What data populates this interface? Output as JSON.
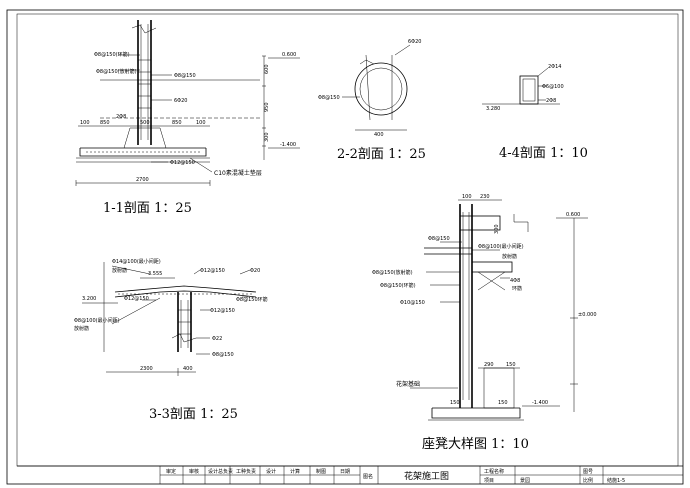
{
  "titles": {
    "s11": "1-1剖面 1：25",
    "s22": "2-2剖面 1：25",
    "s44": "4-4剖面 1：10",
    "s33": "3-3剖面 1：25",
    "bench": "座凳大样图 1：10"
  },
  "s11": {
    "elev_top": "0.600",
    "elev_bot": "-1.400",
    "lbl_r1": "Φ8@150(环筋)",
    "lbl_r2": "Φ8@150(放射筋)",
    "lbl_r3": "Φ8@150",
    "lbl_r4": "6Φ20",
    "lbl_r5": "2Φ8",
    "lbl_r6": "Φ12@150",
    "lbl_base": "C10素混凝土垫层",
    "dim_width": "2700",
    "dims_bottom": [
      "100",
      "850",
      "500",
      "850",
      "100"
    ],
    "dims_right": [
      "600",
      "950",
      "300"
    ]
  },
  "s22": {
    "lbl_top": "6Φ20",
    "lbl_left": "Φ8@150",
    "dim": "400"
  },
  "s44": {
    "lbl1": "2Φ14",
    "lbl2": "Φ6@100",
    "lbl3": "2Φ8",
    "elev": "3.280"
  },
  "s33": {
    "lbl1": "Φ14@100(最小间距)",
    "lbl1b": "放射筋",
    "elev_top": "3.555",
    "lbl2": "Φ12@150",
    "lbl3": "Φ20",
    "lbl4": "Φ12@150",
    "lbl5": "Φ8@150环筋",
    "lbl6": "Φ12@150",
    "lbl7": "Φ8@100(最小间距)",
    "lbl7b": "放射筋",
    "lbl8": "Φ22",
    "lbl9": "Φ8@150",
    "elev_left": "3.200",
    "dim1": "2300",
    "dim2": "400"
  },
  "bench": {
    "dims_top": [
      "100",
      "230"
    ],
    "dim_300": "300",
    "elev_top": "0.600",
    "lbl1": "Φ8@150",
    "lbl2": "Φ8@100(最小间距)",
    "lbl2b": "放射筋",
    "lbl3": "Φ8@150(放射筋)",
    "lbl4": "Φ8@150(环筋)",
    "lbl5": "4Φ8",
    "lbl5b": "环筋",
    "lbl6": "Φ10@150",
    "elev_mid": "±0.000",
    "lbl_found": "花架基础",
    "elev_bot": "-1.400",
    "dims_bottom": [
      "150",
      "150"
    ],
    "dims_mid": [
      "290",
      "150"
    ]
  },
  "titleblock": {
    "cells": [
      "审定",
      "审核",
      "设计总负责",
      "工种负责",
      "设计",
      "计算",
      "制图",
      "日期"
    ],
    "col": "图名",
    "drawing_name": "花架施工图",
    "r_labels": [
      "工程名称",
      "项目",
      "图号",
      "比例"
    ],
    "r_value": "景园",
    "r_no": "结施1-5"
  }
}
